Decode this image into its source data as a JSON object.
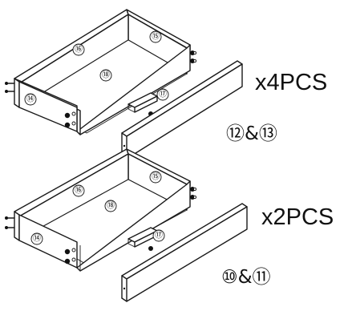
{
  "assemblies": [
    {
      "quantity_label": "x4PCS",
      "panel_label": "⑫&⑬",
      "part_labels": {
        "side_left": "⑯",
        "back": "⑮",
        "bottom": "⑱",
        "front": "⑭",
        "rail": "⑰"
      }
    },
    {
      "quantity_label": "x2PCS",
      "panel_label": "⑩&⑪",
      "part_labels": {
        "side_left": "⑯",
        "back": "⑮",
        "bottom": "⑱",
        "front": "⑭",
        "rail": "⑰"
      }
    }
  ]
}
